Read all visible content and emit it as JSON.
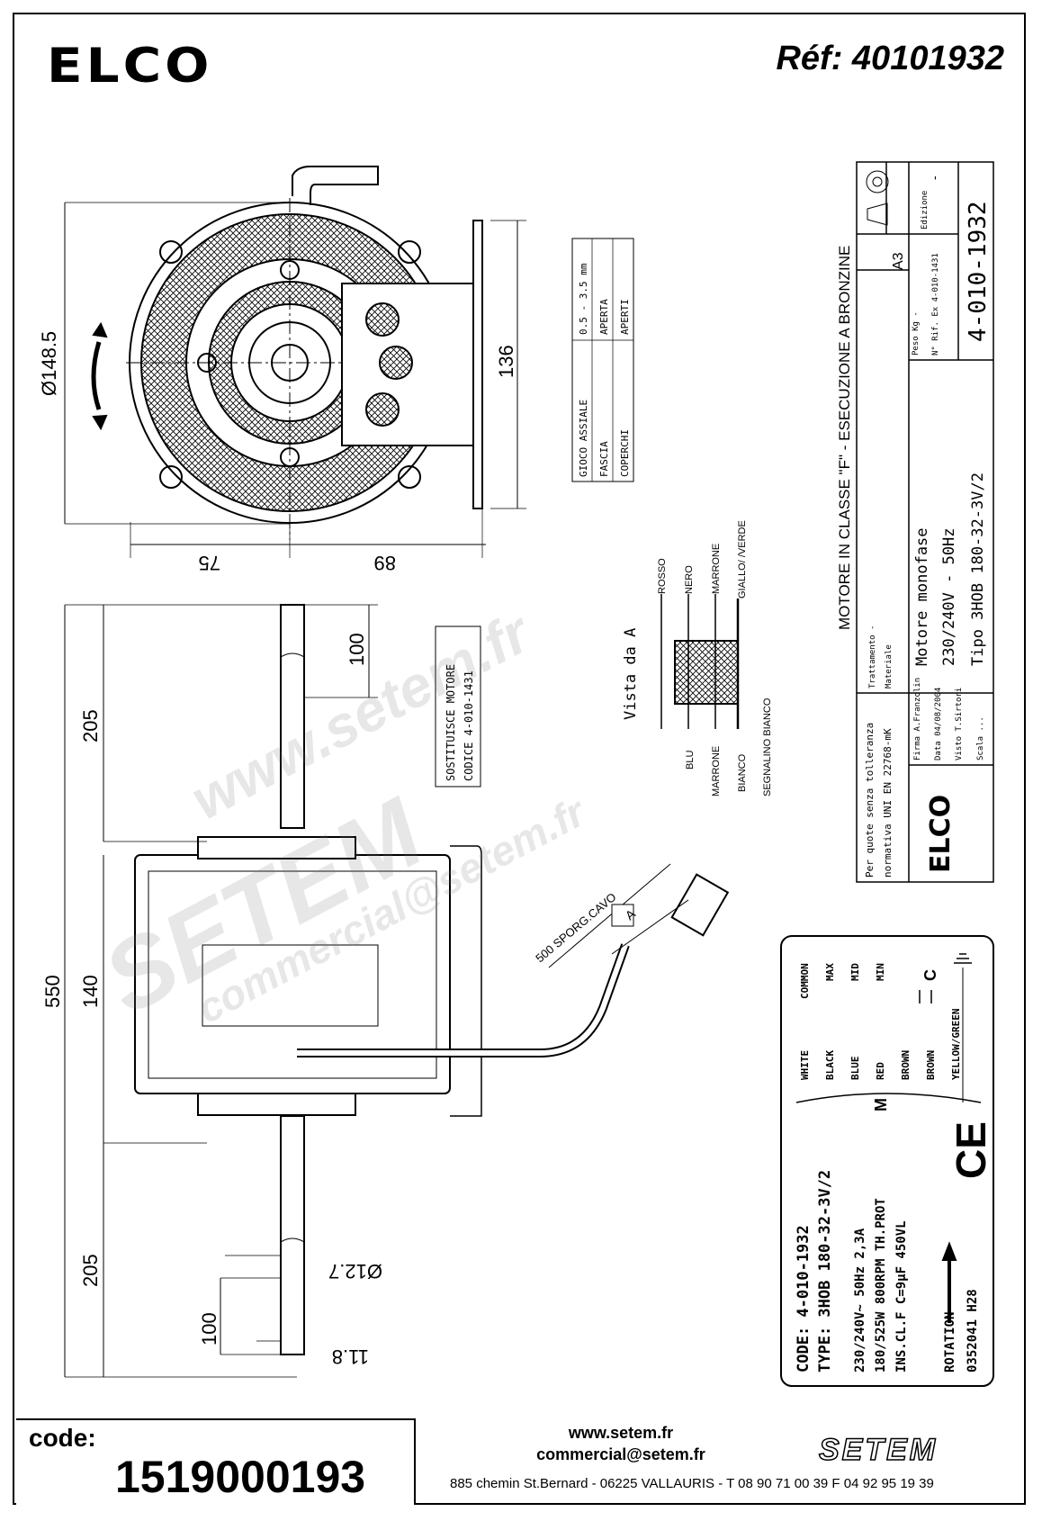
{
  "header": {
    "brand": "ELCO",
    "ref": "Réf: 40101932"
  },
  "front_view": {
    "diameter": "Ø148.5",
    "dim_height": "136",
    "dim_left": "75",
    "dim_right": "89",
    "play_table": {
      "rows": [
        [
          "GIOCO ASSIALE",
          "0.5 - 3.5 mm"
        ],
        [
          "FASCIA",
          "APERTA"
        ],
        [
          "COPERCHI",
          "APERTI"
        ]
      ]
    }
  },
  "side_view": {
    "dim_total": "550",
    "dim_top_205": "205",
    "dim_top_100": "100",
    "dim_body_140": "140",
    "dim_bottom_205": "205",
    "dim_bottom_100": "100",
    "shaft_diameter": "Ø12.7",
    "flat": "11.8",
    "cable_label": "500 SPORG.CAVO",
    "view_marker": "A"
  },
  "replaces": {
    "line1": "SOSTITUISCE MOTORE",
    "line2": "CODICE  4-010-1431"
  },
  "connector": {
    "title": "Vista da A",
    "top_wires": [
      "ROSSO",
      "NERO",
      "MARRONE",
      "GIALLO/\n/VERDE"
    ],
    "bottom_wires": [
      "BLU",
      "MARRONE",
      "BIANCO",
      "SEGNALINO BIANCO"
    ]
  },
  "title_block": {
    "heading": "MOTORE IN CLASSE \"F\" - ESECUZIONE A BRONZINE",
    "format": "A3",
    "edition_label": "Edizione",
    "edition_value": "-",
    "peso": "Peso Kg -",
    "rif": "N° Rif. Ex 4-010-1431",
    "drawing_number": "4-010-1932",
    "trattamento": "Trattamento -",
    "materiale": "Materiale",
    "description": "Motore monofase",
    "voltage": "230/240V - 50Hz",
    "type": "Tipo 3HOB 180-32-3V/2",
    "tolerance_1": "Per quote senza tolleranza",
    "tolerance_2": "normativa UNI EN 22768-mK",
    "firma": "Firma A.Franzolin",
    "data": "Data 04/08/2004",
    "visto": "Visto T.Sirtori",
    "scala": "Scala ..."
  },
  "nameplate": {
    "wires": [
      "WHITE",
      "BLACK",
      "BLUE",
      "RED",
      "BROWN",
      "BROWN",
      "YELLOW/GREEN"
    ],
    "terminals": [
      "COMMON",
      "MAX",
      "MID",
      "MIN"
    ],
    "capacitor": "C",
    "motor_symbol": "M",
    "lines": [
      "CODE: 4-010-1932",
      "TYPE: 3HOB 180-32-3V/2",
      "230/240V~     50Hz     2,3A",
      "180/525W    800RPM  TH.PROT",
      "INS.CL.F      C=9µF    450VL",
      "ROTATION",
      "0352041 H28"
    ],
    "ce": "CE"
  },
  "footer": {
    "code_label": "code:",
    "code_value": "1519000193",
    "website": "www.setem.fr",
    "email": "commercial@setem.fr",
    "address": "885 chemin St.Bernard  -  06225 VALLAURIS  -  T 08 90 71 00 39  F 04 92 95 19 39",
    "logo_text": "SETEM"
  },
  "watermark": {
    "line1": "www.setem.fr",
    "line2": "SETEM",
    "line3": "commercial@setem.fr"
  }
}
